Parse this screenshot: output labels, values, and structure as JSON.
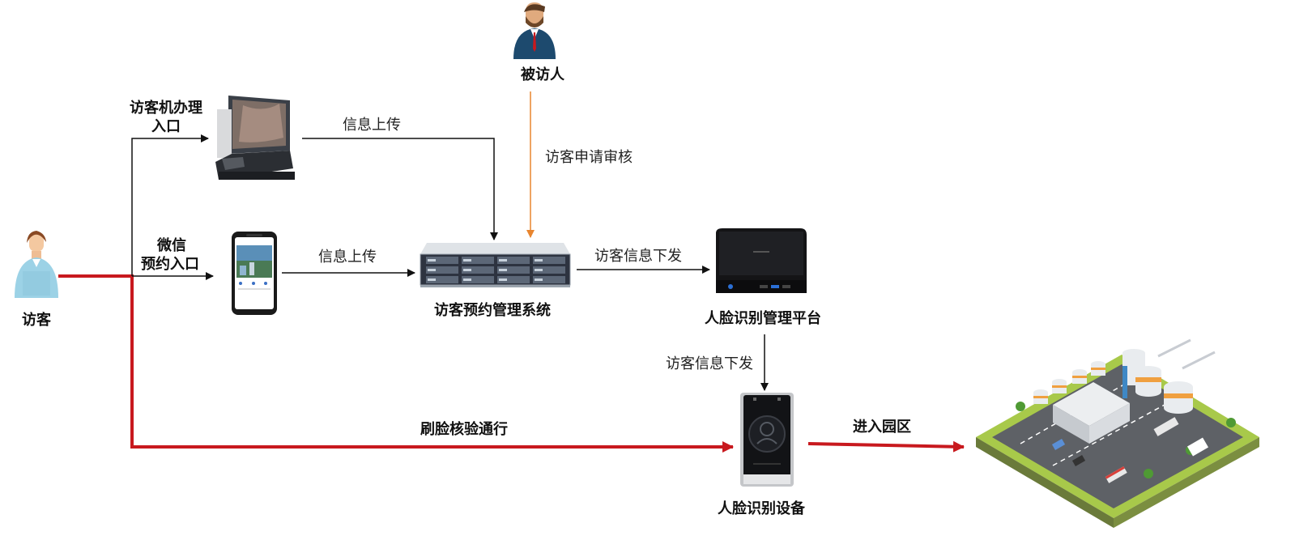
{
  "nodes": {
    "visitor": "访客",
    "host": "被访人",
    "kiosk": "访客机办理\n入口",
    "wechat": "微信\n预约入口",
    "server": "访客预约管理系统",
    "face_platform": "人脸识别管理平台",
    "face_device": "人脸识别设备"
  },
  "edges": {
    "kiosk_upload": "信息上传",
    "host_review": "访客申请审核",
    "wechat_upload": "信息上传",
    "server_to_platform": "访客信息下发",
    "platform_to_device": "访客信息下发",
    "face_pass": "刷脸核验通行",
    "enter_park": "进入园区"
  },
  "colors": {
    "accent_red": "#c8191e",
    "review_orange": "#e8852f",
    "arrow_black": "#111111"
  }
}
